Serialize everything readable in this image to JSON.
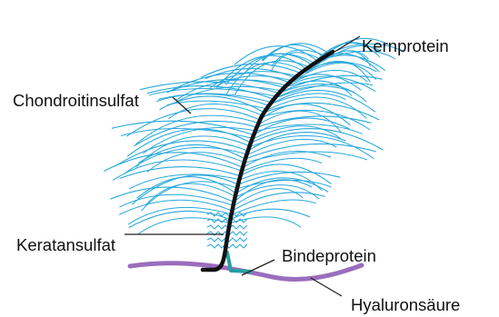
{
  "labels": {
    "core_protein": "Kernprotein",
    "chondroitin_sulfate": "Chondroitinsulfat",
    "keratan_sulfate": "Keratansulfat",
    "link_protein": "Bindeprotein",
    "hyaluronic_acid": "Hyaluronsäure"
  },
  "colors": {
    "gag_chains": "#29a8dc",
    "core_protein": "#111111",
    "link_protein": "#23a1a1",
    "hyaluronic_acid": "#9b6dbd"
  }
}
